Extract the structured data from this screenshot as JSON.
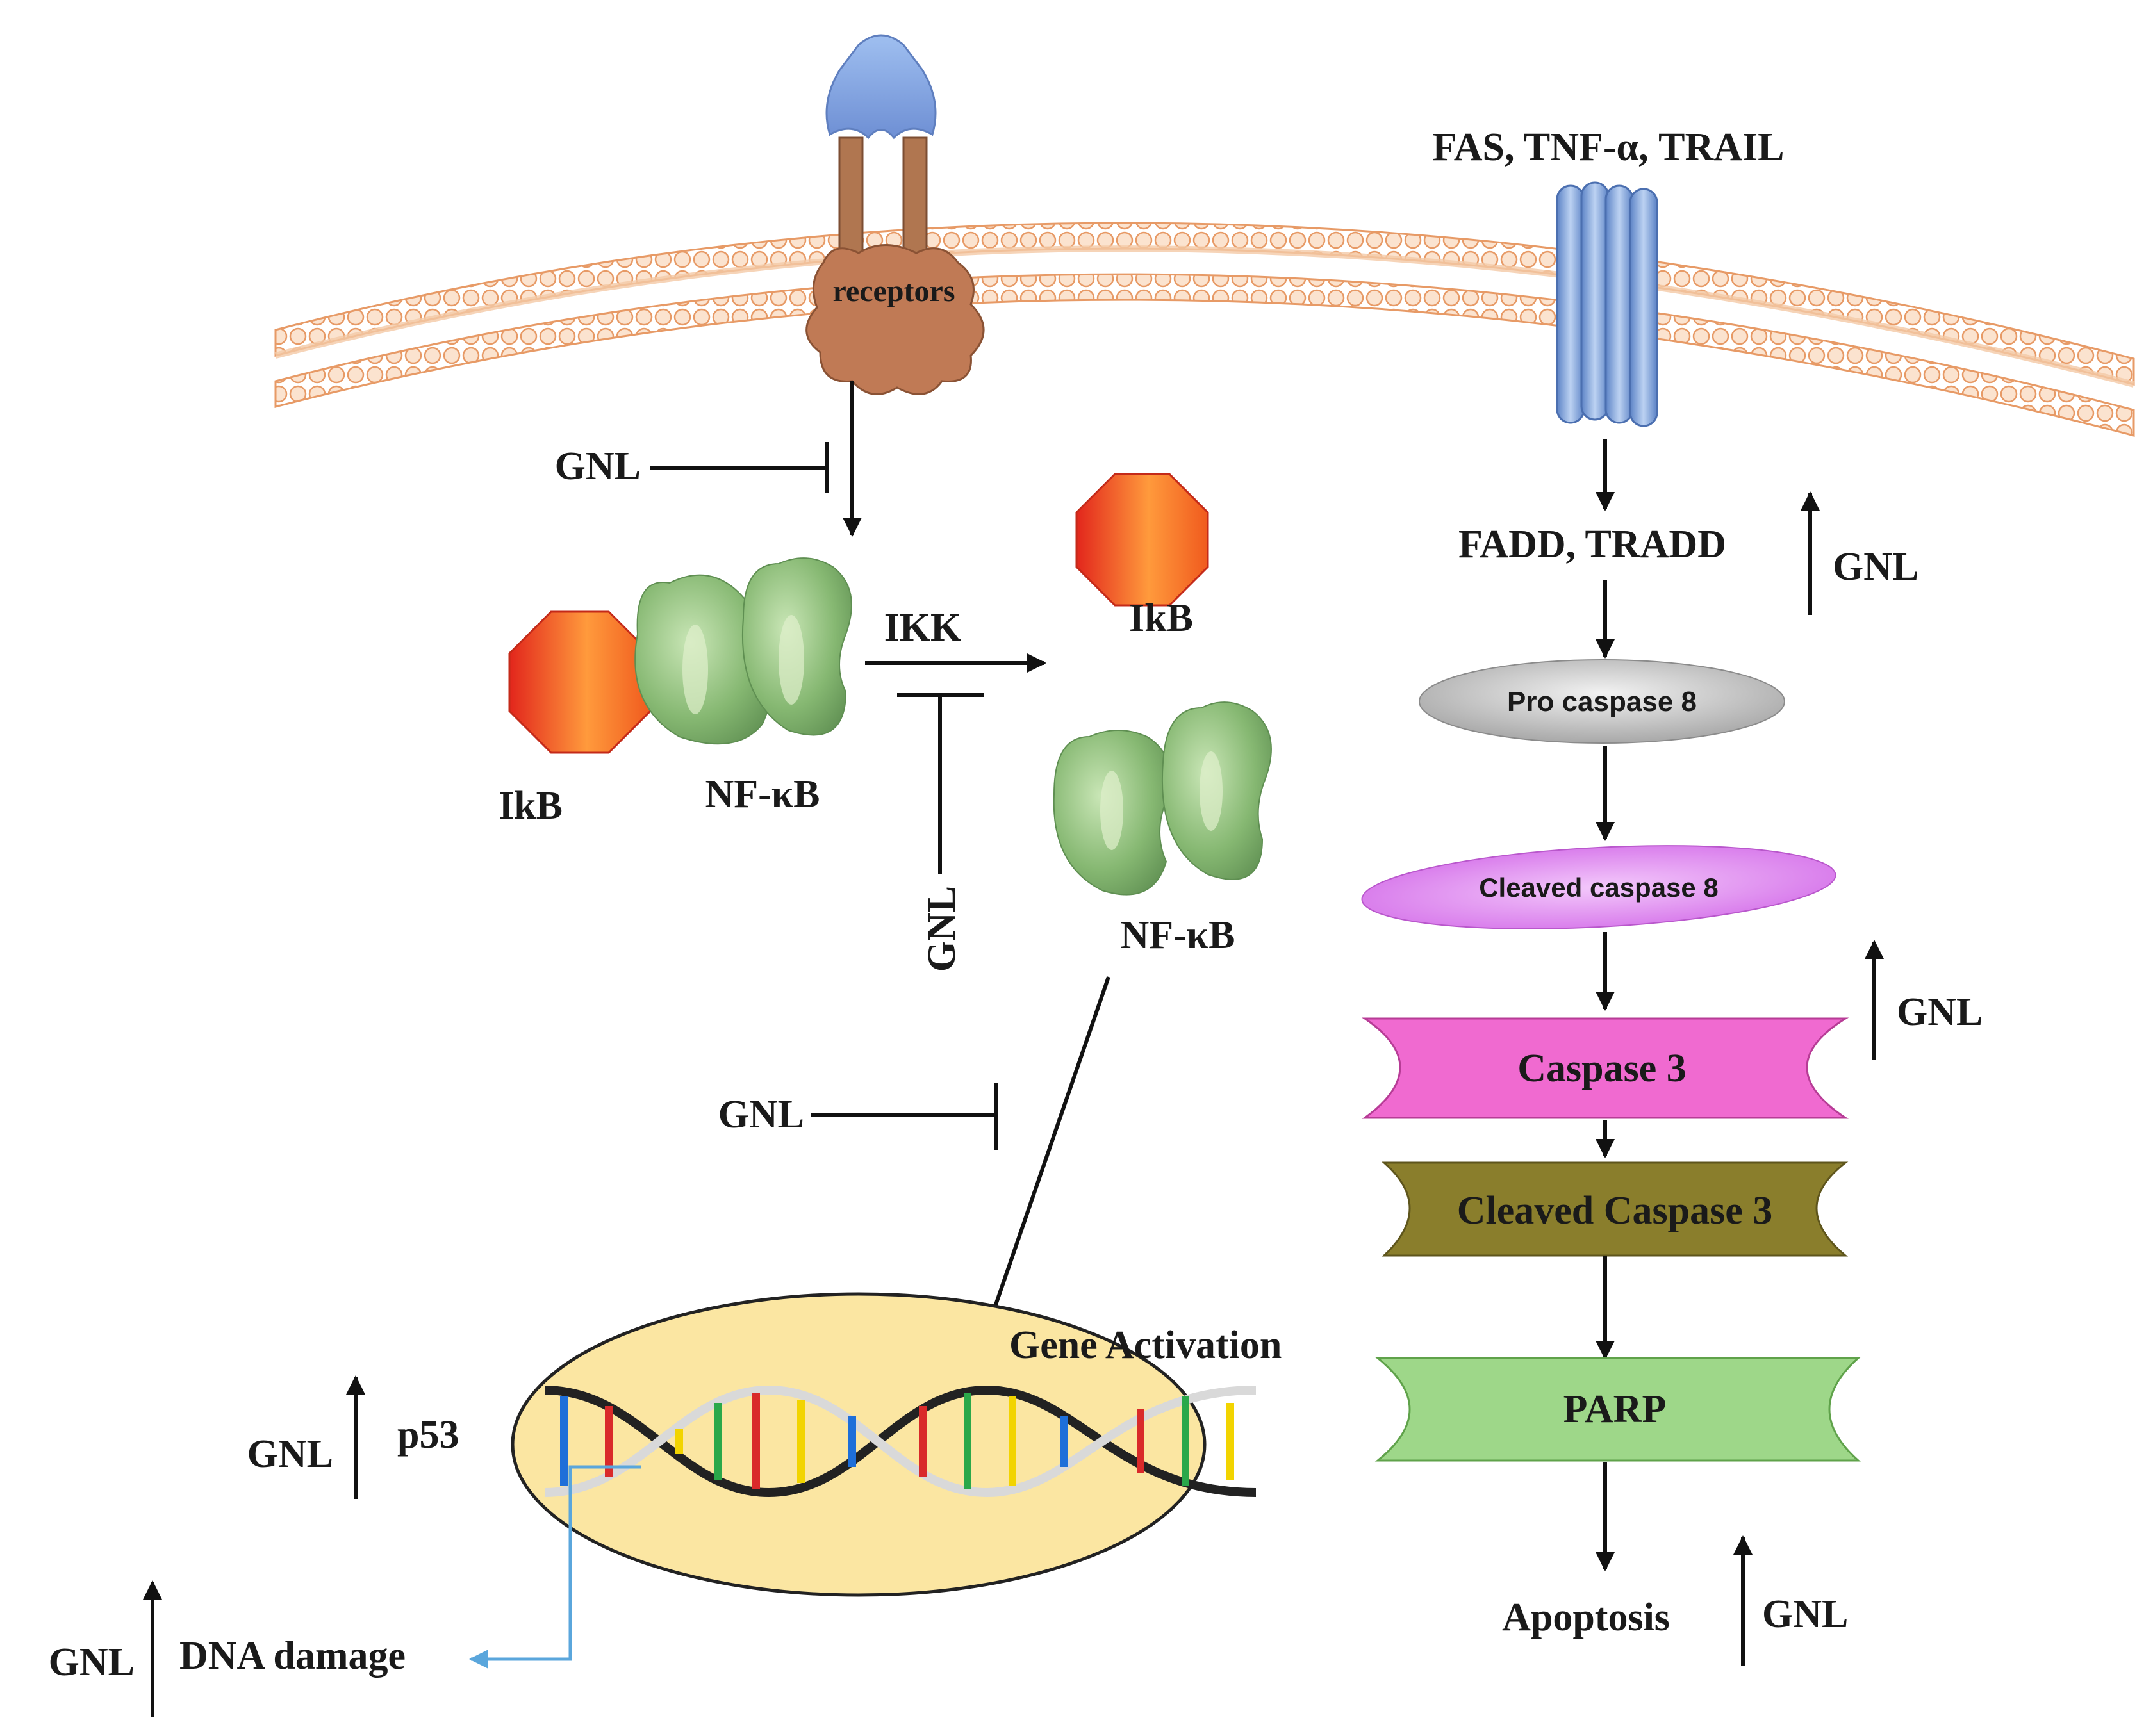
{
  "membrane": {
    "receptor_label": "receptors",
    "death_ligands_label": "FAS, TNF-α, TRAIL"
  },
  "nfkb_pathway": {
    "inhibitor_top": "GNL",
    "ikb_left": "IkB",
    "nfkb_complex": "NF-κB",
    "ikk_label": "IKK",
    "ikb_released": "IkB",
    "inhibitor_ikk": "GNL",
    "nfkb_free": "NF-κB",
    "inhibitor_translocation": "GNL"
  },
  "nucleus": {
    "gene_activation": "Gene Activation",
    "p53_label": "p53",
    "p53_modulator": "GNL",
    "dna_damage_label": "DNA damage",
    "dna_damage_modulator": "GNL"
  },
  "apoptosis_pathway": {
    "adaptors": "FADD, TRADD",
    "adaptors_modulator": "GNL",
    "pro_caspase8": "Pro caspase 8",
    "cleaved_caspase8": "Cleaved caspase 8",
    "caspase3": "Caspase 3",
    "caspase3_modulator": "GNL",
    "cleaved_caspase3": "Cleaved Caspase 3",
    "parp": "PARP",
    "apoptosis": "Apoptosis",
    "apoptosis_modulator": "GNL"
  },
  "colors": {
    "membrane": "#f2b48a",
    "nfkb": "#7fb06a",
    "ikb": "#f05a1e",
    "nucleus": "#fbe6a2",
    "pro_caspase8": "#b5b5b5",
    "cleaved_caspase8": "#d874ea",
    "caspase3": "#f06ad0",
    "cleaved_caspase3": "#8a7e2c",
    "parp": "#9ed789",
    "dna_link": "#5aa6dc"
  }
}
